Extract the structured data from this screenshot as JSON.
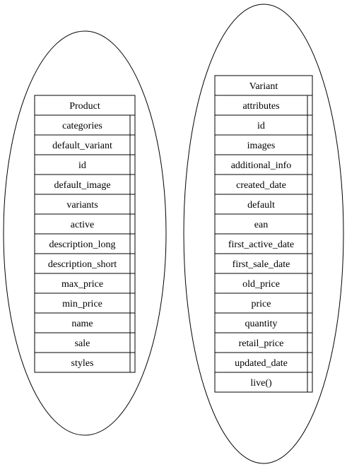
{
  "entities": [
    {
      "id": "product",
      "title": "Product",
      "fields": [
        "categories",
        "default_variant",
        "id",
        "default_image",
        "variants",
        "active",
        "description_long",
        "description_short",
        "max_price",
        "min_price",
        "name",
        "sale",
        "styles"
      ]
    },
    {
      "id": "variant",
      "title": "Variant",
      "fields": [
        "attributes",
        "id",
        "images",
        "additional_info",
        "created_date",
        "default",
        "ean",
        "first_active_date",
        "first_sale_date",
        "old_price",
        "price",
        "quantity",
        "retail_price",
        "updated_date",
        "live()"
      ]
    }
  ]
}
